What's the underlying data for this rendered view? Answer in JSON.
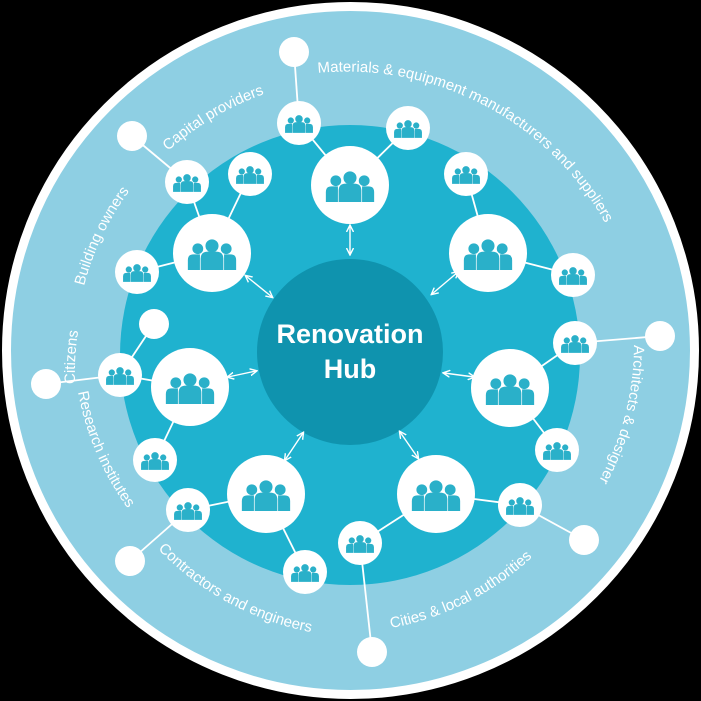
{
  "hub": {
    "line1": "Renovation",
    "line2": "Hub"
  },
  "stakeholders": [
    {
      "id": "capital-providers",
      "label": "Capital providers"
    },
    {
      "id": "materials-equipment",
      "label": "Materials & equipment manufacturers and suppliers"
    },
    {
      "id": "architects-designer",
      "label": "Architects & designer"
    },
    {
      "id": "cities-local-authorities",
      "label": "Cities & local authorities"
    },
    {
      "id": "contractors-engineers",
      "label": "Contractors and engineers"
    },
    {
      "id": "research-institutes",
      "label": "Research institutes"
    },
    {
      "id": "citizens",
      "label": "Citizens"
    },
    {
      "id": "building-owners",
      "label": "Building owners"
    }
  ],
  "colors": {
    "outer_ring": "#8ecfe3",
    "border": "#ffffff",
    "middle_ring": "#1fb2cf",
    "hub": "#0f93ae",
    "node": "#ffffff",
    "icon": "#2ab0c9",
    "connector": "#ffffff"
  },
  "icons": {
    "group": "people-group-icon",
    "arrow": "double-arrow-icon"
  }
}
